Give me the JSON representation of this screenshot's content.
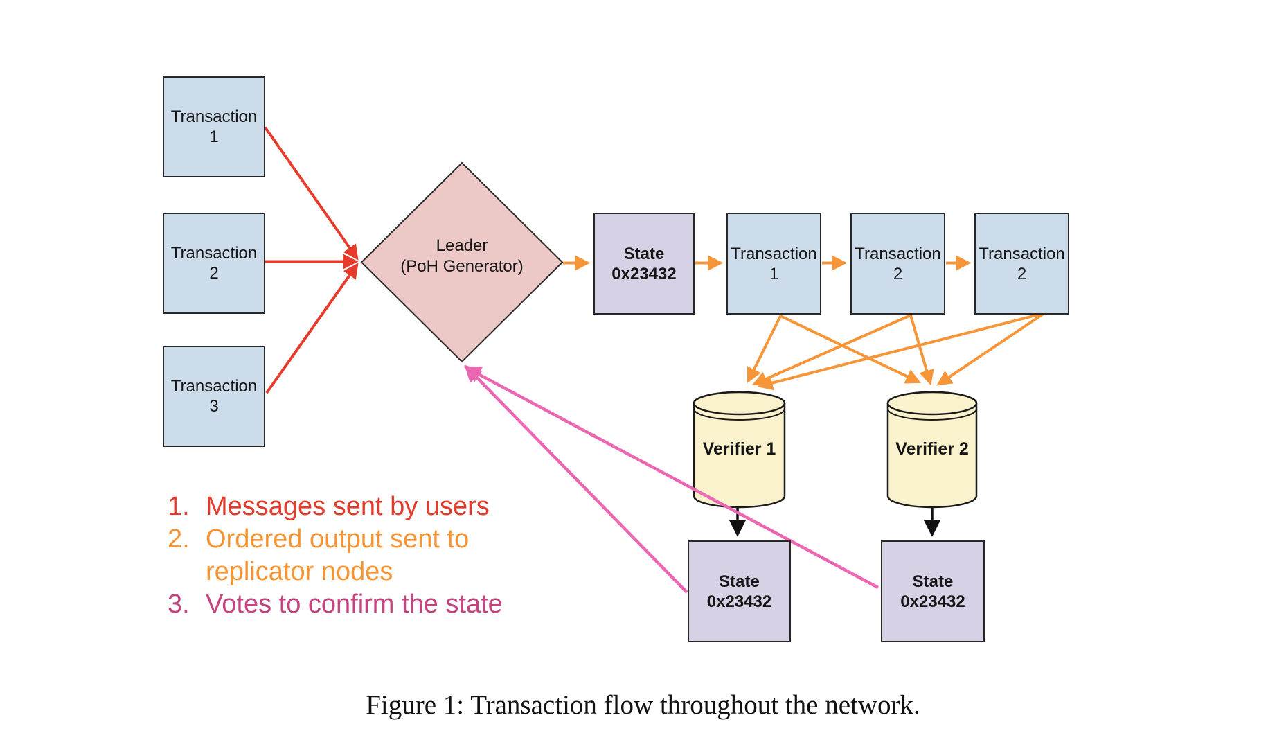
{
  "figure": {
    "caption": "Figure 1: Transaction flow throughout the network."
  },
  "colors": {
    "box_blue": "#cddcea",
    "box_purple": "#d6d1e4",
    "diamond_pink": "#ecc9c6",
    "cylinder_yellow": "#f9f2cd",
    "shape_border": "#2b2b2b",
    "arrow_red": "#e73b2b",
    "arrow_orange": "#f79539",
    "arrow_pink": "#ec67b2",
    "arrow_black": "#111111",
    "legend_red": "#e23a2b",
    "legend_orange": "#f69434",
    "legend_magenta": "#c5437f"
  },
  "nodes": {
    "tx1": {
      "line1": "Transaction",
      "line2": "1"
    },
    "tx2": {
      "line1": "Transaction",
      "line2": "2"
    },
    "tx3": {
      "line1": "Transaction",
      "line2": "3"
    },
    "leader": {
      "line1": "Leader",
      "line2": "(PoH Generator)"
    },
    "state_top": {
      "line1": "State",
      "line2": "0x23432"
    },
    "chain1": {
      "line1": "Transaction",
      "line2": "1"
    },
    "chain2": {
      "line1": "Transaction",
      "line2": "2"
    },
    "chain3": {
      "line1": "Transaction",
      "line2": "2"
    },
    "verifier1": {
      "label": "Verifier 1"
    },
    "verifier2": {
      "label": "Verifier 2"
    },
    "state1": {
      "line1": "State",
      "line2": "0x23432"
    },
    "state2": {
      "line1": "State",
      "line2": "0x23432"
    }
  },
  "legend": {
    "items": [
      {
        "num": "1.",
        "line1": "Messages sent by users"
      },
      {
        "num": "2.",
        "line1": "Ordered output sent to",
        "line2": "replicator nodes"
      },
      {
        "num": "3.",
        "line1": "Votes to confirm the state"
      }
    ]
  }
}
